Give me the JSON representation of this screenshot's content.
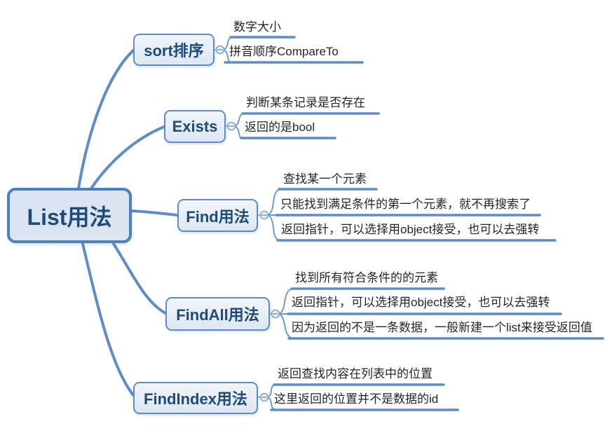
{
  "diagram": {
    "type": "mindmap",
    "root": {
      "label": "List用法"
    },
    "branches": [
      {
        "label": "sort排序",
        "children": [
          "数字大小",
          "拼音顺序CompareTo"
        ]
      },
      {
        "label": "Exists",
        "children": [
          "判断某条记录是否存在",
          "返回的是bool"
        ]
      },
      {
        "label": "Find用法",
        "children": [
          "查找某一个元素",
          "只能找到满足条件的第一个元素，就不再搜索了",
          "返回指针，可以选择用object接受，也可以去强转"
        ]
      },
      {
        "label": "FindAll用法",
        "children": [
          "找到所有符合条件的的元素",
          "返回指针，可以选择用object接受，也可以去强转",
          "因为返回的不是一条数据，一般新建一个list来接受返回值"
        ]
      },
      {
        "label": "FindIndex用法",
        "children": [
          "返回查找内容在列表中的位置",
          "这里返回的位置并不是数据的id"
        ]
      }
    ],
    "colors": {
      "connector": "#5e8bc9",
      "branch_border": "#5e8bc9",
      "root_border": "#4c80c2",
      "node_fill": "#dde7f3",
      "root_fill": "#dbe4f1",
      "node_text": "#1e4a7c",
      "subtopic_text": "#23252d",
      "toggle_stroke": "#7ba2d4"
    }
  }
}
